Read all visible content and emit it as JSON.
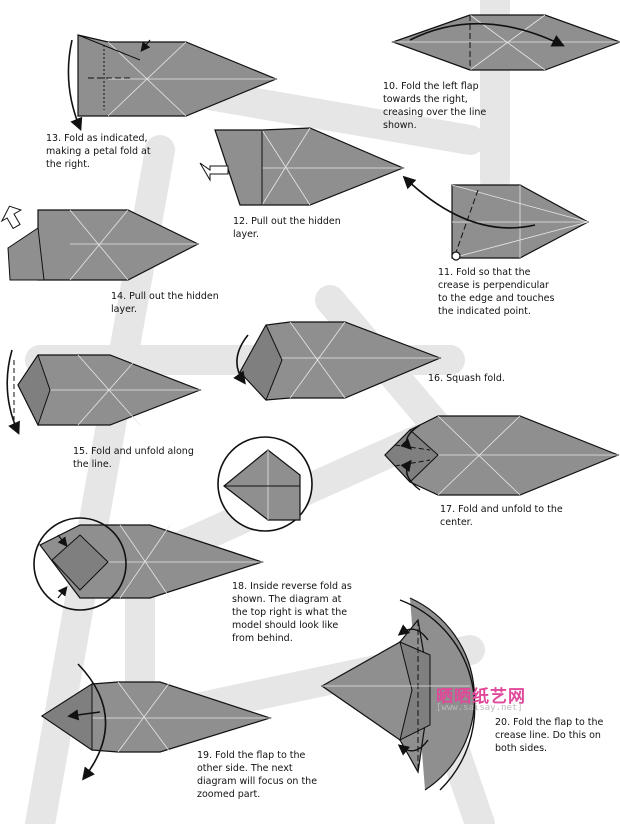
{
  "steps": [
    {
      "number": 10,
      "text": "10. Fold the left flap\ntowards the right,\ncreasing over the line\nshown."
    },
    {
      "number": 11,
      "text": "11. Fold so that the\ncrease is perpendicular\nto the edge and touches\nthe indicated point."
    },
    {
      "number": 12,
      "text": "12. Pull out the hidden\nlayer."
    },
    {
      "number": 13,
      "text": "13. Fold as indicated,\nmaking a petal fold at\nthe right."
    },
    {
      "number": 14,
      "text": "14. Pull out the hidden\nlayer."
    },
    {
      "number": 15,
      "text": "15. Fold and unfold along\nthe line."
    },
    {
      "number": 16,
      "text": "16. Squash fold."
    },
    {
      "number": 17,
      "text": "17. Fold and unfold to the\ncenter."
    },
    {
      "number": 18,
      "text": "18. Inside reverse fold as\nshown. The diagram at\nthe top right is what the\nmodel should look like\nfrom behind."
    },
    {
      "number": 19,
      "text": "19. Fold the flap to the\nother side. The next\ndiagram will focus on the\nzoomed part."
    },
    {
      "number": 20,
      "text": "20. Fold the flap to the\ncrease line. Do this on\nboth sides."
    }
  ],
  "watermark": {
    "chinese": "晒晒纸艺网",
    "url": "[www.saisay.net]"
  },
  "colors": {
    "paper": "#8f8f8f",
    "crease": "#e8e8e8",
    "path": "#e6e6e6",
    "outline": "#111111",
    "watermark": "#e0489a"
  }
}
